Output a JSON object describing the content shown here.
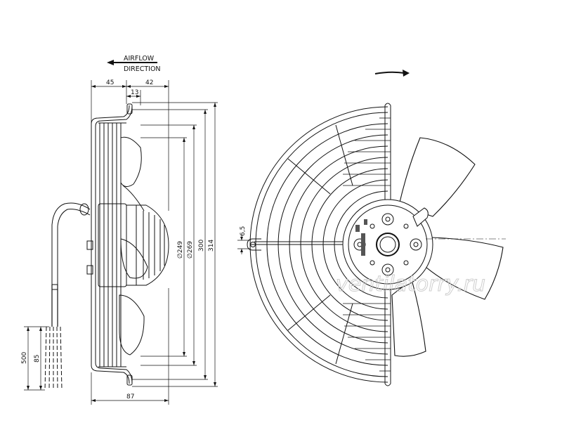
{
  "labels": {
    "airflow": "AIRFLOW",
    "direction": "DIRECTION"
  },
  "dimensions": {
    "d45": "45",
    "d42": "42",
    "d13": "13",
    "d87": "87",
    "d249": "∅249",
    "d269": "∅269",
    "d300": "300",
    "d314": "314",
    "d500": "500",
    "d85": "85",
    "d6_5": "6,5"
  },
  "watermark": "ventilatorry.ru"
}
